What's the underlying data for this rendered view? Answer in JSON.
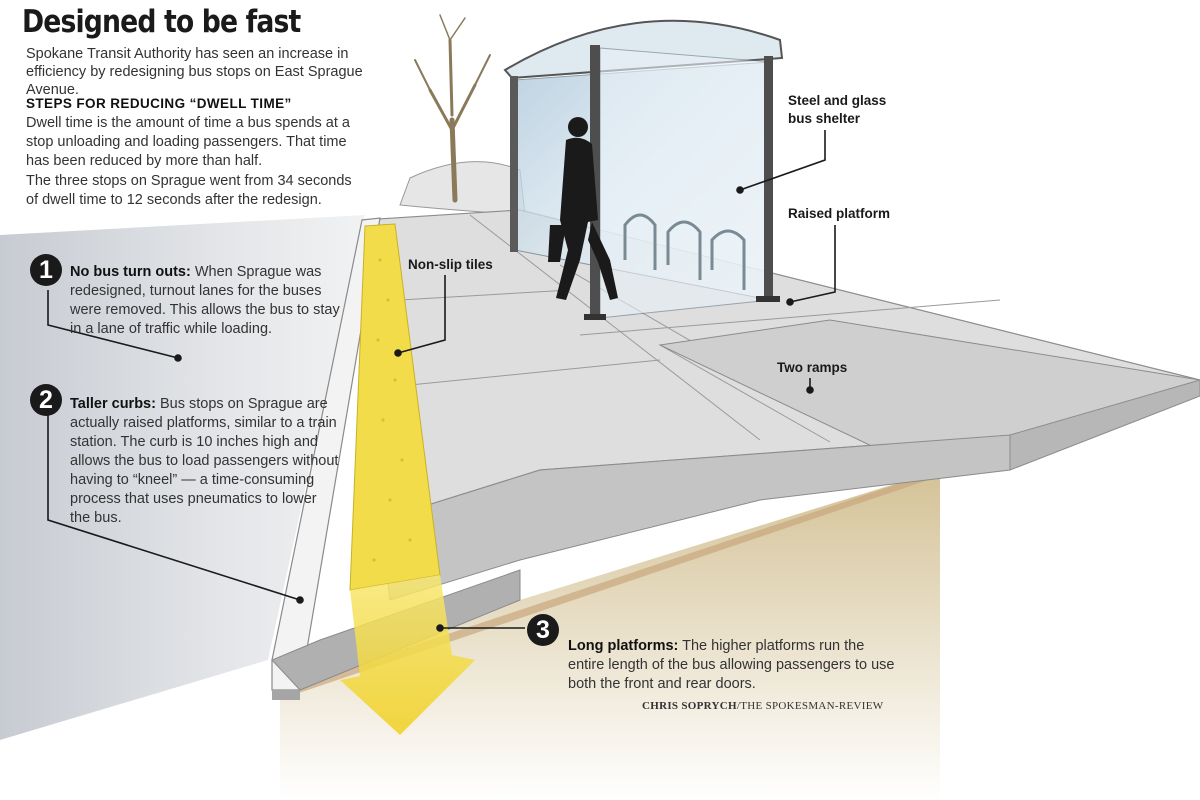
{
  "title": "Designed to be fast",
  "intro": "Spokane Transit Authority has seen an increase in efficiency by redesigning bus stops on East Sprague Avenue.",
  "steps_heading": "STEPS FOR  REDUCING “DWELL TIME”",
  "dwell_paragraph": "Dwell time is the amount of time a bus spends at a stop unloading and loading passengers. That time has been reduced by more than half.",
  "sprague_paragraph": "The three stops on Sprague went from 34 seconds of dwell time to 12 seconds after the redesign.",
  "steps": [
    {
      "number": "1",
      "title": "No bus turn outs:",
      "text": " When Sprague was redesigned, turnout lanes for the buses were removed. This allows the bus to stay in a lane of traffic while loading."
    },
    {
      "number": "2",
      "title": "Taller curbs:",
      "text": " Bus stops on Sprague are actually raised platforms, similar to a train station. The curb is 10 inches high and allows the bus to load passengers without having to “kneel” — a time-consuming process that uses pneumatics to lower the bus."
    },
    {
      "number": "3",
      "title": "Long platforms:",
      "text": " The higher platforms run the entire length of the bus allowing passengers to use both the front and rear doors."
    }
  ],
  "labels": {
    "shelter": "Steel and glass bus shelter",
    "raised_platform": "Raised platform",
    "non_slip": "Non-slip tiles",
    "two_ramps": "Two ramps"
  },
  "credit": {
    "author": "CHRIS SOPRYCH",
    "outlet": "/THE SPOKESMAN-REVIEW"
  },
  "colors": {
    "tactile_strip": "#f2dc4a",
    "sidewalk": "#dcdcdc",
    "curb": "#bdbdbd",
    "soil": "#d9c9a0"
  }
}
